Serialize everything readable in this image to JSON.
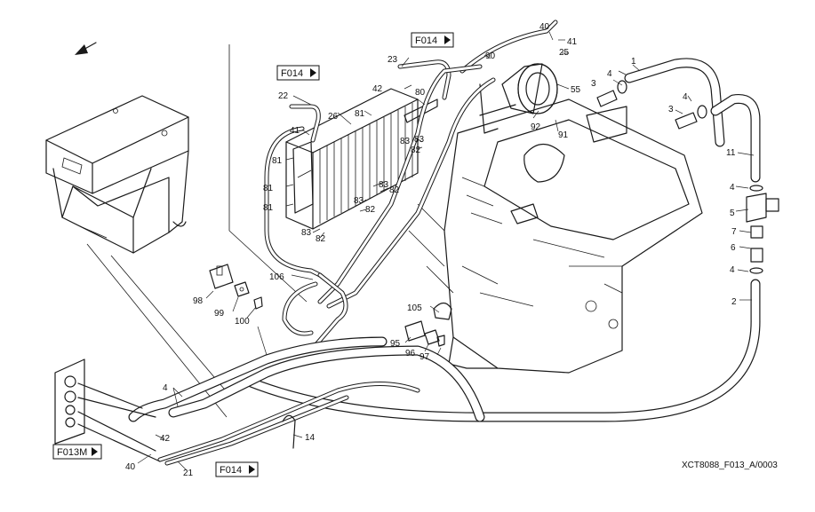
{
  "figure_id": "XCT8088_F013_A/0003",
  "references": {
    "top_center": "F014",
    "radiator": "F014",
    "left_panel": "F013M",
    "bottom": "F014"
  },
  "part_numbers": {
    "p1": "1",
    "p2": "2",
    "p3a": "3",
    "p3b": "3",
    "p4a": "4",
    "p4b": "4",
    "p4c": "4",
    "p4d": "4",
    "p4e": "4",
    "p5": "5",
    "p6": "6",
    "p7": "7",
    "p11": "11",
    "p14": "14",
    "p21": "21",
    "p22": "22",
    "p23": "23",
    "p25": "25",
    "p26": "26",
    "p40a": "40",
    "p40b": "40",
    "p41a": "41",
    "p41b": "41",
    "p42a": "42",
    "p42b": "42",
    "p55": "55",
    "p80": "80",
    "p81a": "81",
    "p81b": "81",
    "p81c": "81",
    "p81d": "81",
    "p82a": "82",
    "p82b": "82",
    "p82c": "82",
    "p82d": "82",
    "p83a": "83",
    "p83b": "83",
    "p83c": "83",
    "p83d": "83",
    "p83e": "83",
    "p90": "90",
    "p91": "91",
    "p92": "92",
    "p95": "95",
    "p96": "96",
    "p97": "97",
    "p98": "98",
    "p99": "99",
    "p100": "100",
    "p105": "105",
    "p106": "106"
  }
}
